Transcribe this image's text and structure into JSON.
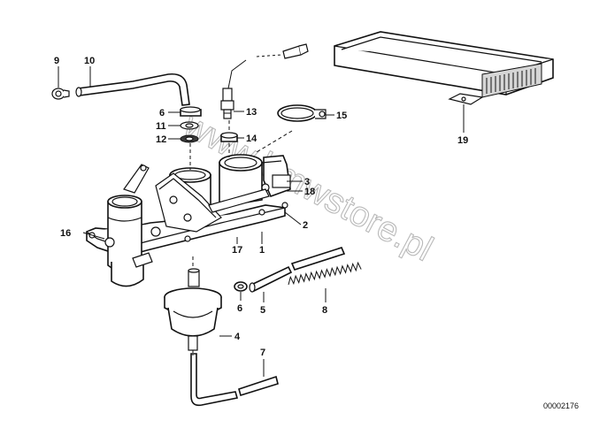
{
  "diagram": {
    "reference_number": "00002176",
    "watermark": "www.bmwstore.pl",
    "callouts": [
      "9",
      "10",
      "6",
      "11",
      "12",
      "13",
      "14",
      "15",
      "3",
      "18",
      "16",
      "2",
      "17",
      "1",
      "6",
      "5",
      "8",
      "4",
      "7",
      "19"
    ]
  },
  "colors": {
    "ink": "#111111",
    "watermark": "#b9b9b9",
    "background": "#ffffff"
  }
}
